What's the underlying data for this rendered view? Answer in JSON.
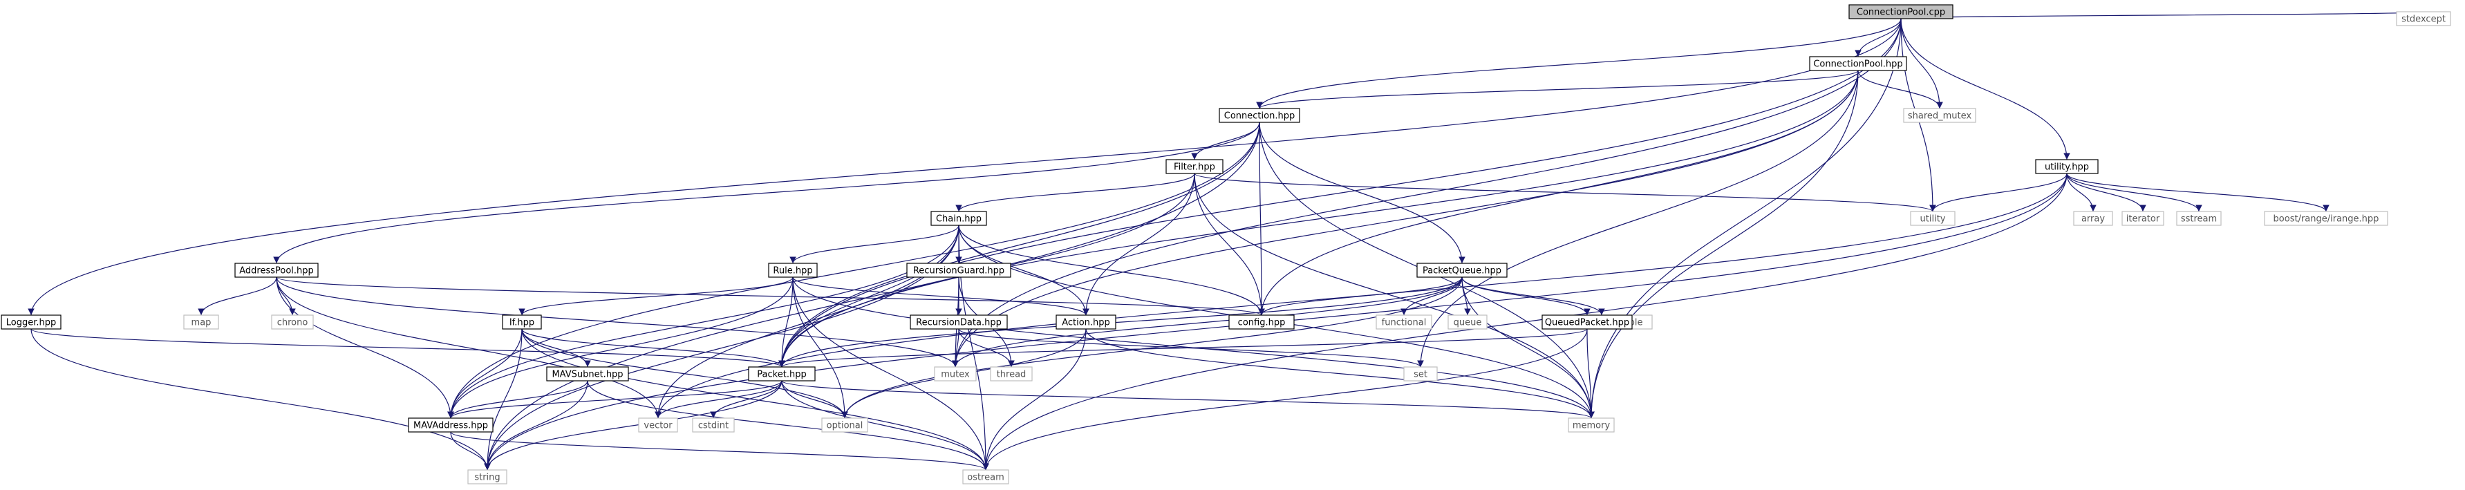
{
  "diagram": {
    "colors": {
      "edge": "#191970",
      "root_fill": "#bfbfbf",
      "node_fill": "#ffffff",
      "node_border": "#000000",
      "external_border": "#bfbfbf"
    },
    "nodes": [
      {
        "id": "ConnectionPool_cpp",
        "label": "ConnectionPool.cpp",
        "kind": "root"
      },
      {
        "id": "ConnectionPool_hpp",
        "label": "ConnectionPool.hpp",
        "kind": "header"
      },
      {
        "id": "stdexcept",
        "label": "stdexcept",
        "kind": "external"
      },
      {
        "id": "Connection_hpp",
        "label": "Connection.hpp",
        "kind": "header"
      },
      {
        "id": "shared_mutex",
        "label": "shared_mutex",
        "kind": "external"
      },
      {
        "id": "utility_hpp",
        "label": "utility.hpp",
        "kind": "header"
      },
      {
        "id": "Filter_hpp",
        "label": "Filter.hpp",
        "kind": "header"
      },
      {
        "id": "utility",
        "label": "utility",
        "kind": "external"
      },
      {
        "id": "array",
        "label": "array",
        "kind": "external"
      },
      {
        "id": "iterator",
        "label": "iterator",
        "kind": "external"
      },
      {
        "id": "sstream",
        "label": "sstream",
        "kind": "external"
      },
      {
        "id": "boost_irange",
        "label": "boost/range/irange.hpp",
        "kind": "external"
      },
      {
        "id": "Chain_hpp",
        "label": "Chain.hpp",
        "kind": "header"
      },
      {
        "id": "AddressPool_hpp",
        "label": "AddressPool.hpp",
        "kind": "header"
      },
      {
        "id": "Rule_hpp",
        "label": "Rule.hpp",
        "kind": "header"
      },
      {
        "id": "RecursionGuard_hpp",
        "label": "RecursionGuard.hpp",
        "kind": "header"
      },
      {
        "id": "PacketQueue_hpp",
        "label": "PacketQueue.hpp",
        "kind": "header"
      },
      {
        "id": "map",
        "label": "map",
        "kind": "external"
      },
      {
        "id": "chrono",
        "label": "chrono",
        "kind": "external"
      },
      {
        "id": "config_hpp",
        "label": "config.hpp",
        "kind": "header"
      },
      {
        "id": "functional",
        "label": "functional",
        "kind": "external"
      },
      {
        "id": "queue",
        "label": "queue",
        "kind": "external"
      },
      {
        "id": "condition_variable",
        "label": "condition_variable",
        "kind": "external"
      },
      {
        "id": "Logger_hpp",
        "label": "Logger.hpp",
        "kind": "header"
      },
      {
        "id": "If_hpp",
        "label": "If.hpp",
        "kind": "header"
      },
      {
        "id": "RecursionData_hpp",
        "label": "RecursionData.hpp",
        "kind": "header"
      },
      {
        "id": "Action_hpp",
        "label": "Action.hpp",
        "kind": "header"
      },
      {
        "id": "QueuedPacket_hpp",
        "label": "QueuedPacket.hpp",
        "kind": "header"
      },
      {
        "id": "MAVSubnet_hpp",
        "label": "MAVSubnet.hpp",
        "kind": "header"
      },
      {
        "id": "mutex",
        "label": "mutex",
        "kind": "external"
      },
      {
        "id": "thread",
        "label": "thread",
        "kind": "external"
      },
      {
        "id": "set",
        "label": "set",
        "kind": "external"
      },
      {
        "id": "Packet_hpp",
        "label": "Packet.hpp",
        "kind": "header"
      },
      {
        "id": "vector",
        "label": "vector",
        "kind": "external"
      },
      {
        "id": "cstdint",
        "label": "cstdint",
        "kind": "external"
      },
      {
        "id": "optional",
        "label": "optional",
        "kind": "external"
      },
      {
        "id": "memory",
        "label": "memory",
        "kind": "external"
      },
      {
        "id": "MAVAddress_hpp",
        "label": "MAVAddress.hpp",
        "kind": "header"
      },
      {
        "id": "string",
        "label": "string",
        "kind": "external"
      },
      {
        "id": "ostream",
        "label": "ostream",
        "kind": "external"
      }
    ],
    "edges": [
      [
        "ConnectionPool_cpp",
        "ConnectionPool_hpp"
      ],
      [
        "ConnectionPool_cpp",
        "stdexcept"
      ],
      [
        "ConnectionPool_cpp",
        "Connection_hpp"
      ],
      [
        "ConnectionPool_cpp",
        "shared_mutex"
      ],
      [
        "ConnectionPool_cpp",
        "utility_hpp"
      ],
      [
        "ConnectionPool_cpp",
        "utility"
      ],
      [
        "ConnectionPool_cpp",
        "memory"
      ],
      [
        "ConnectionPool_cpp",
        "Logger_hpp"
      ],
      [
        "ConnectionPool_cpp",
        "Packet_hpp"
      ],
      [
        "ConnectionPool_cpp",
        "mutex"
      ],
      [
        "ConnectionPool_hpp",
        "Connection_hpp"
      ],
      [
        "ConnectionPool_hpp",
        "shared_mutex"
      ],
      [
        "ConnectionPool_hpp",
        "config_hpp"
      ],
      [
        "ConnectionPool_hpp",
        "Packet_hpp"
      ],
      [
        "ConnectionPool_hpp",
        "set"
      ],
      [
        "ConnectionPool_hpp",
        "memory"
      ],
      [
        "ConnectionPool_hpp",
        "mutex"
      ],
      [
        "Connection_hpp",
        "Filter_hpp"
      ],
      [
        "Connection_hpp",
        "AddressPool_hpp"
      ],
      [
        "Connection_hpp",
        "PacketQueue_hpp"
      ],
      [
        "Connection_hpp",
        "config_hpp"
      ],
      [
        "Connection_hpp",
        "Packet_hpp"
      ],
      [
        "Connection_hpp",
        "MAVAddress_hpp"
      ],
      [
        "Connection_hpp",
        "memory"
      ],
      [
        "Connection_hpp",
        "string"
      ],
      [
        "utility_hpp",
        "utility"
      ],
      [
        "utility_hpp",
        "array"
      ],
      [
        "utility_hpp",
        "iterator"
      ],
      [
        "utility_hpp",
        "sstream"
      ],
      [
        "utility_hpp",
        "boost_irange"
      ],
      [
        "utility_hpp",
        "vector"
      ],
      [
        "utility_hpp",
        "string"
      ],
      [
        "utility_hpp",
        "ostream"
      ],
      [
        "Filter_hpp",
        "Chain_hpp"
      ],
      [
        "Filter_hpp",
        "utility"
      ],
      [
        "Filter_hpp",
        "config_hpp"
      ],
      [
        "Filter_hpp",
        "Action_hpp"
      ],
      [
        "Filter_hpp",
        "Packet_hpp"
      ],
      [
        "Filter_hpp",
        "memory"
      ],
      [
        "Chain_hpp",
        "Rule_hpp"
      ],
      [
        "Chain_hpp",
        "RecursionGuard_hpp"
      ],
      [
        "Chain_hpp",
        "config_hpp"
      ],
      [
        "Chain_hpp",
        "Action_hpp"
      ],
      [
        "Chain_hpp",
        "Packet_hpp"
      ],
      [
        "Chain_hpp",
        "MAVAddress_hpp"
      ],
      [
        "Chain_hpp",
        "vector"
      ],
      [
        "Chain_hpp",
        "memory"
      ],
      [
        "Chain_hpp",
        "string"
      ],
      [
        "Chain_hpp",
        "ostream"
      ],
      [
        "AddressPool_hpp",
        "map"
      ],
      [
        "AddressPool_hpp",
        "chrono"
      ],
      [
        "AddressPool_hpp",
        "config_hpp"
      ],
      [
        "AddressPool_hpp",
        "MAVAddress_hpp"
      ],
      [
        "AddressPool_hpp",
        "mutex"
      ],
      [
        "AddressPool_hpp",
        "vector"
      ],
      [
        "Rule_hpp",
        "If_hpp"
      ],
      [
        "Rule_hpp",
        "Action_hpp"
      ],
      [
        "Rule_hpp",
        "Packet_hpp"
      ],
      [
        "Rule_hpp",
        "MAVAddress_hpp"
      ],
      [
        "Rule_hpp",
        "optional"
      ],
      [
        "Rule_hpp",
        "memory"
      ],
      [
        "Rule_hpp",
        "ostream"
      ],
      [
        "RecursionGuard_hpp",
        "RecursionData_hpp"
      ],
      [
        "RecursionGuard_hpp",
        "mutex"
      ],
      [
        "RecursionGuard_hpp",
        "thread"
      ],
      [
        "PacketQueue_hpp",
        "config_hpp"
      ],
      [
        "PacketQueue_hpp",
        "functional"
      ],
      [
        "PacketQueue_hpp",
        "queue"
      ],
      [
        "PacketQueue_hpp",
        "condition_variable"
      ],
      [
        "PacketQueue_hpp",
        "QueuedPacket_hpp"
      ],
      [
        "PacketQueue_hpp",
        "Packet_hpp"
      ],
      [
        "PacketQueue_hpp",
        "mutex"
      ],
      [
        "PacketQueue_hpp",
        "optional"
      ],
      [
        "PacketQueue_hpp",
        "memory"
      ],
      [
        "Logger_hpp",
        "Packet_hpp"
      ],
      [
        "Logger_hpp",
        "string"
      ],
      [
        "If_hpp",
        "MAVSubnet_hpp"
      ],
      [
        "If_hpp",
        "Packet_hpp"
      ],
      [
        "If_hpp",
        "MAVAddress_hpp"
      ],
      [
        "If_hpp",
        "optional"
      ],
      [
        "If_hpp",
        "string"
      ],
      [
        "If_hpp",
        "ostream"
      ],
      [
        "RecursionData_hpp",
        "mutex"
      ],
      [
        "RecursionData_hpp",
        "set"
      ],
      [
        "RecursionData_hpp",
        "thread"
      ],
      [
        "Action_hpp",
        "optional"
      ],
      [
        "Action_hpp",
        "memory"
      ],
      [
        "Action_hpp",
        "ostream"
      ],
      [
        "QueuedPacket_hpp",
        "Packet_hpp"
      ],
      [
        "QueuedPacket_hpp",
        "memory"
      ],
      [
        "QueuedPacket_hpp",
        "ostream"
      ],
      [
        "MAVSubnet_hpp",
        "MAVAddress_hpp"
      ],
      [
        "MAVSubnet_hpp",
        "string"
      ],
      [
        "MAVSubnet_hpp",
        "ostream"
      ],
      [
        "Packet_hpp",
        "MAVAddress_hpp"
      ],
      [
        "Packet_hpp",
        "vector"
      ],
      [
        "Packet_hpp",
        "cstdint"
      ],
      [
        "Packet_hpp",
        "optional"
      ],
      [
        "Packet_hpp",
        "memory"
      ],
      [
        "Packet_hpp",
        "string"
      ],
      [
        "Packet_hpp",
        "ostream"
      ],
      [
        "MAVAddress_hpp",
        "string"
      ],
      [
        "MAVAddress_hpp",
        "ostream"
      ]
    ]
  }
}
